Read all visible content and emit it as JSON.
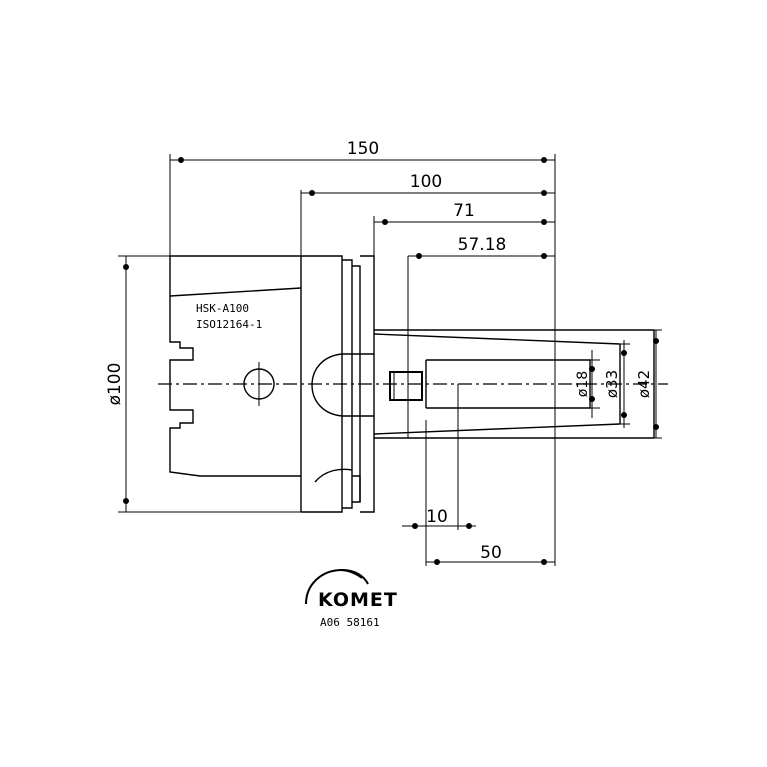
{
  "dimensions": {
    "overall_length": "150",
    "body_length": "100",
    "shank_length": "71",
    "bore_depth": "57.18",
    "flange_diameter": "ø100",
    "bore_diameter": "ø18",
    "shank_diameter": "ø33",
    "collar_diameter": "ø42",
    "step_length": "10",
    "taper_length": "50"
  },
  "labels": {
    "interface_line1": "HSK-A100",
    "interface_line2": "ISO12164-1",
    "brand": "KOMET",
    "article_number": "A06 58161"
  }
}
